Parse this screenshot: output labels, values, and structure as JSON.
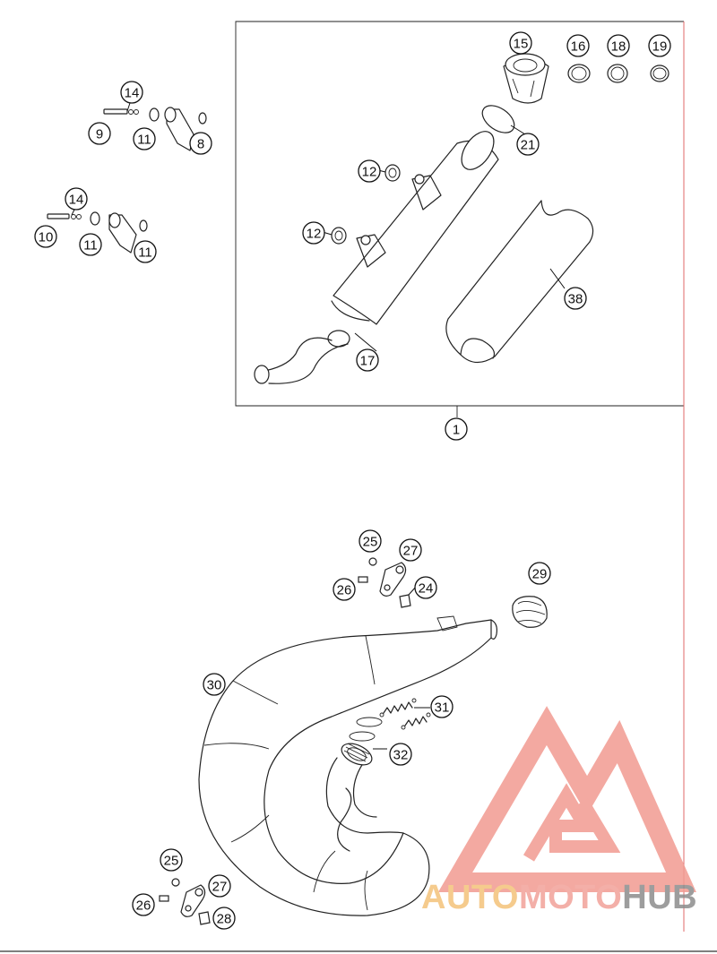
{
  "diagram": {
    "callouts": [
      {
        "id": "14a",
        "label": "14"
      },
      {
        "id": "9",
        "label": "9"
      },
      {
        "id": "11a",
        "label": "11"
      },
      {
        "id": "8",
        "label": "8"
      },
      {
        "id": "14b",
        "label": "14"
      },
      {
        "id": "10",
        "label": "10"
      },
      {
        "id": "11b",
        "label": "11"
      },
      {
        "id": "11c",
        "label": "11"
      },
      {
        "id": "15",
        "label": "15"
      },
      {
        "id": "16",
        "label": "16"
      },
      {
        "id": "18",
        "label": "18"
      },
      {
        "id": "19",
        "label": "19"
      },
      {
        "id": "21",
        "label": "21"
      },
      {
        "id": "12a",
        "label": "12"
      },
      {
        "id": "12b",
        "label": "12"
      },
      {
        "id": "38",
        "label": "38"
      },
      {
        "id": "17",
        "label": "17"
      },
      {
        "id": "1",
        "label": "1"
      },
      {
        "id": "25a",
        "label": "25"
      },
      {
        "id": "27a",
        "label": "27"
      },
      {
        "id": "26a",
        "label": "26"
      },
      {
        "id": "24",
        "label": "24"
      },
      {
        "id": "29",
        "label": "29"
      },
      {
        "id": "30",
        "label": "30"
      },
      {
        "id": "31",
        "label": "31"
      },
      {
        "id": "32",
        "label": "32"
      },
      {
        "id": "25b",
        "label": "25"
      },
      {
        "id": "27b",
        "label": "27"
      },
      {
        "id": "26b",
        "label": "26"
      },
      {
        "id": "28",
        "label": "28"
      }
    ]
  },
  "watermark": {
    "text_part1": "AUTO",
    "text_part2": "MOTO",
    "text_part3": "HUB",
    "color_part1": "#f4c27a",
    "color_part2": "#f2a29a",
    "color_part3": "#8c8c8c",
    "triangle_color": "#f19b91"
  }
}
